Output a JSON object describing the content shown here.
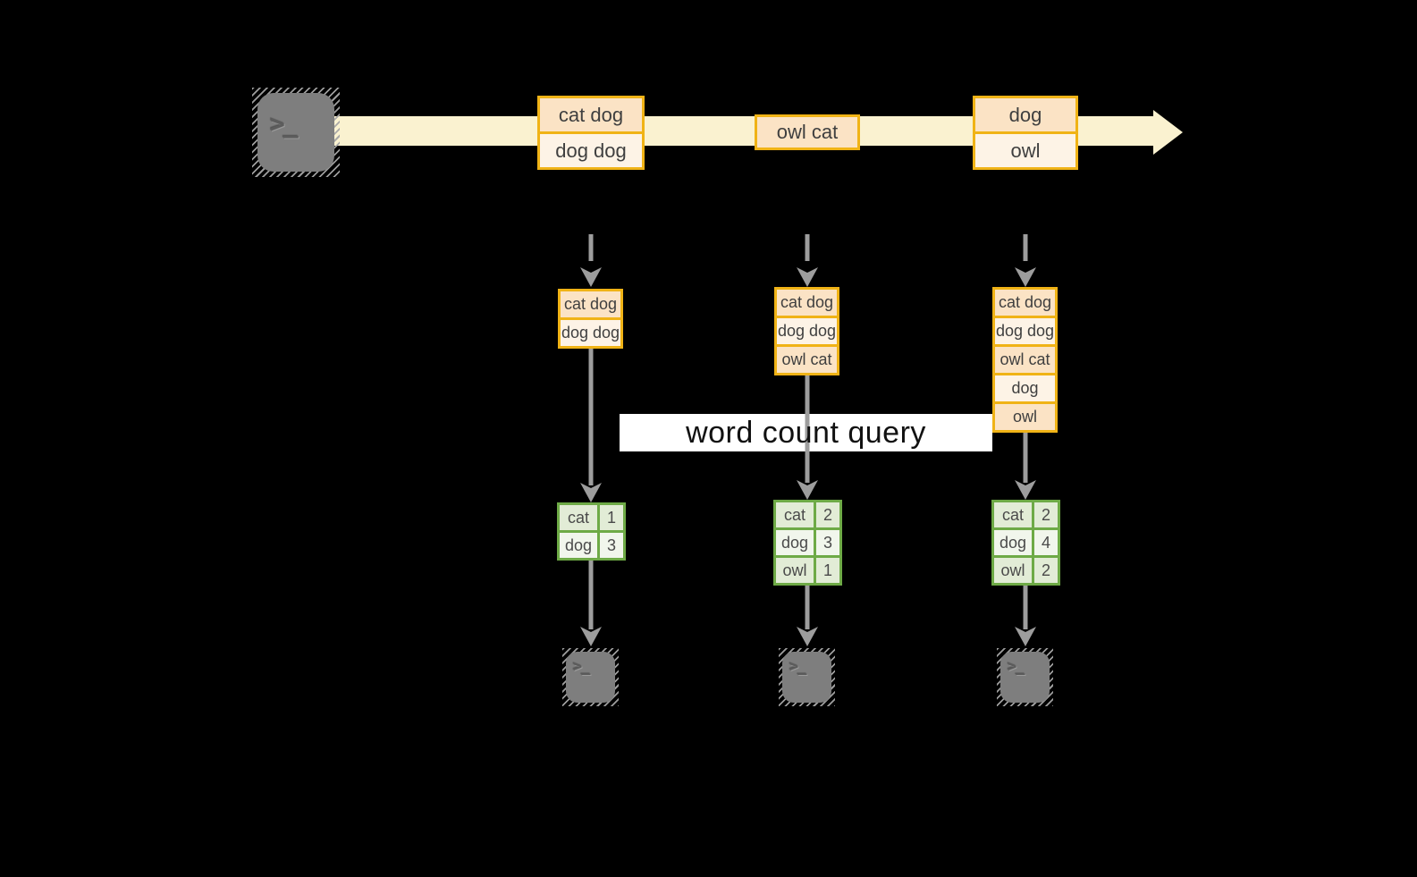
{
  "colors": {
    "gold_border": "#f0b316",
    "peach_fill": "#fbe3c5",
    "cream_fill": "#fdf3e6",
    "stream_band": "#faf2d0",
    "green_border": "#6eaa46",
    "green_fill_light": "#e2ecd6",
    "green_fill_lighter": "#f1f6ec",
    "arrow_gray": "#9d9d9d",
    "terminal_gray": "#7e7e7e",
    "query_band_bg": "#ffffff"
  },
  "terminal_glyph": ">_",
  "query": {
    "label": "word count query"
  },
  "stream": {
    "batches": [
      {
        "cells": [
          "cat dog",
          "dog dog"
        ]
      },
      {
        "cells": [
          "owl cat"
        ]
      },
      {
        "cells": [
          "dog",
          "owl"
        ]
      }
    ]
  },
  "columns": [
    {
      "state": [
        "cat dog",
        "dog dog"
      ],
      "table": [
        [
          "cat",
          "1"
        ],
        [
          "dog",
          "3"
        ]
      ]
    },
    {
      "state": [
        "cat dog",
        "dog dog",
        "owl cat"
      ],
      "table": [
        [
          "cat",
          "2"
        ],
        [
          "dog",
          "3"
        ],
        [
          "owl",
          "1"
        ]
      ]
    },
    {
      "state": [
        "cat dog",
        "dog dog",
        "owl cat",
        "dog",
        "owl"
      ],
      "table": [
        [
          "cat",
          "2"
        ],
        [
          "dog",
          "4"
        ],
        [
          "owl",
          "2"
        ]
      ]
    }
  ]
}
